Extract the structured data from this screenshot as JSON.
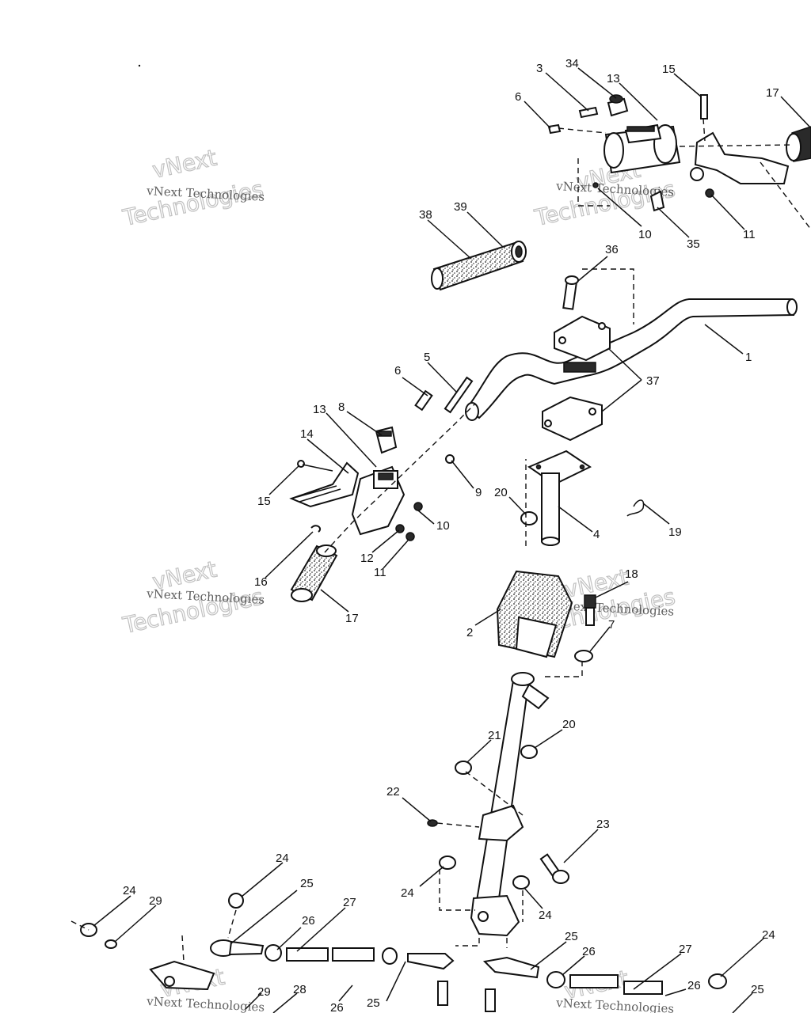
{
  "watermark": {
    "line1": "vNext Technologies",
    "line2": "Technologies",
    "line3": "vNext"
  },
  "callouts": [
    {
      "id": "c3",
      "label": "3"
    },
    {
      "id": "c34",
      "label": "34"
    },
    {
      "id": "c13a",
      "label": "13"
    },
    {
      "id": "c15a",
      "label": "15"
    },
    {
      "id": "c17a",
      "label": "17"
    },
    {
      "id": "c6a",
      "label": "6"
    },
    {
      "id": "c10a",
      "label": "10"
    },
    {
      "id": "c35",
      "label": "35"
    },
    {
      "id": "c11a",
      "label": "11"
    },
    {
      "id": "c38",
      "label": "38"
    },
    {
      "id": "c39",
      "label": "39"
    },
    {
      "id": "c36",
      "label": "36"
    },
    {
      "id": "c1",
      "label": "1"
    },
    {
      "id": "c37",
      "label": "37"
    },
    {
      "id": "c6b",
      "label": "6"
    },
    {
      "id": "c5",
      "label": "5"
    },
    {
      "id": "c13b",
      "label": "13"
    },
    {
      "id": "c8",
      "label": "8"
    },
    {
      "id": "c14",
      "label": "14"
    },
    {
      "id": "c15b",
      "label": "15"
    },
    {
      "id": "c9",
      "label": "9"
    },
    {
      "id": "c20a",
      "label": "20"
    },
    {
      "id": "c10b",
      "label": "10"
    },
    {
      "id": "c4",
      "label": "4"
    },
    {
      "id": "c19",
      "label": "19"
    },
    {
      "id": "c12",
      "label": "12"
    },
    {
      "id": "c11b",
      "label": "11"
    },
    {
      "id": "c16",
      "label": "16"
    },
    {
      "id": "c17b",
      "label": "17"
    },
    {
      "id": "c18",
      "label": "18"
    },
    {
      "id": "c2",
      "label": "2"
    },
    {
      "id": "c7",
      "label": "7"
    },
    {
      "id": "c21",
      "label": "21"
    },
    {
      "id": "c20b",
      "label": "20"
    },
    {
      "id": "c22",
      "label": "22"
    },
    {
      "id": "c23",
      "label": "23"
    },
    {
      "id": "c24a",
      "label": "24"
    },
    {
      "id": "c24b",
      "label": "24"
    },
    {
      "id": "c24c",
      "label": "24"
    },
    {
      "id": "c24d",
      "label": "24"
    },
    {
      "id": "c24e",
      "label": "24"
    },
    {
      "id": "c25a",
      "label": "25"
    },
    {
      "id": "c25b",
      "label": "25"
    },
    {
      "id": "c25c",
      "label": "25"
    },
    {
      "id": "c25d",
      "label": "25"
    },
    {
      "id": "c26a",
      "label": "26"
    },
    {
      "id": "c26b",
      "label": "26"
    },
    {
      "id": "c26c",
      "label": "26"
    },
    {
      "id": "c26d",
      "label": "26"
    },
    {
      "id": "c27a",
      "label": "27"
    },
    {
      "id": "c27b",
      "label": "27"
    },
    {
      "id": "c28",
      "label": "28"
    },
    {
      "id": "c29a",
      "label": "29"
    },
    {
      "id": "c29b",
      "label": "29"
    }
  ]
}
